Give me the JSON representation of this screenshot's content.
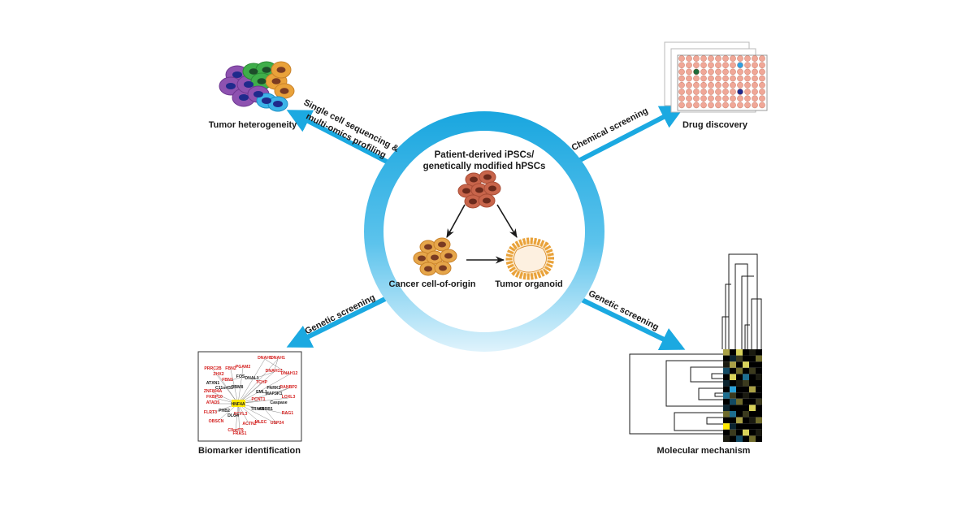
{
  "center": {
    "title_line1": "Patient-derived iPSCs/",
    "title_line2": "genetically modified hPSCs",
    "left_label": "Cancer cell-of-origin",
    "right_label": "Tumor organoid"
  },
  "arrows": {
    "top_left_line1": "Single cell sequencing &",
    "top_left_line2": "multi-omics profiling",
    "top_right": "Chemical screening",
    "bottom_left": "Genetic screening",
    "bottom_right": "Genetic screening"
  },
  "panels": {
    "top_left": "Tumor heterogeneity",
    "top_right": "Drug discovery",
    "bottom_left": "Biomarker identification",
    "bottom_right": "Molecular mechanism"
  },
  "network": {
    "hub": "HNF4A",
    "red_genes": [
      "PRRC2B",
      "ZHX2",
      "FBN2",
      "PGAM2",
      "DNAH5",
      "DNAH1",
      "DNAH17",
      "DNAH12",
      "TCHP",
      "RANBP2",
      "LOXL3",
      "ZNF804A",
      "FKBP10",
      "ATAD5",
      "PCNT1",
      "RAG1",
      "FLRT3",
      "OBSCN",
      "SCYL3",
      "MLEC",
      "USP24",
      "ACTN2",
      "C9orf79",
      "FRAS1",
      "FBN1"
    ],
    "black_genes": [
      "ATXN1",
      "C11orf31",
      "RBM8",
      "FOS",
      "DNAL1",
      "MAP3K1",
      "PARK2",
      "Caspase",
      "PHB2",
      "TRAF6",
      "ARRB1",
      "DLG4",
      "EML1"
    ]
  },
  "colors": {
    "ring_outer": "#1aa7e0",
    "ring_inner": "#e6f6fd",
    "arrow": "#1ba9e1",
    "cell_body": "#c8654b",
    "cell_nucleus": "#6b2a1c",
    "cell_origin_body": "#e6a64a",
    "cell_origin_nucleus": "#7a3b22",
    "well": "#f0a797",
    "well_green": "#1e6b3a",
    "well_blue": "#2f9fe0",
    "well_navy": "#1f2a8c",
    "gene_red": "#d5201f",
    "hub_yellow": "#ffe800"
  }
}
